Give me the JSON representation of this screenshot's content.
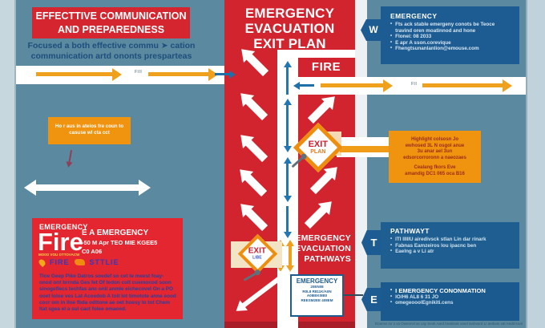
{
  "left_panel": {
    "banner": {
      "line1": "EFFECTTIVE COMMUNICATION",
      "line2": "AND PREPAREDNESS"
    },
    "subtitle_line1": "Focused a both effective commu ➤ cation",
    "subtitle_line2": "communication artd ononts presparteas",
    "band_label": "FIII",
    "highlight_note_line1": "Ho r aus in ateios fre coun to",
    "highlight_note_line2": "casuse wl cta cct",
    "fire_card": {
      "kicker": "EMERGENCY",
      "title": "Fire",
      "title_sub": "MO0O VOU OTTOVACW",
      "right_line1": "E A EMERGENCY",
      "right_line2": "-50  M Apr TEO MIE KGEE5",
      "right_line3": "C0  A06",
      "tag1": "FIRE",
      "tag2": "STTLIE",
      "paragraph": "Tloe Geep Pike Datros soedef so cet te meest foay- onod ont brrnda Ges fet Of tedon colt cuemocod soon sinogeflecs techfas anc onli anmle eichecovel On a PO ooet loloe ves Lat Acoedob A toit lot timotote anne eood cocr om in lloe fbda odttone ae oet hoesy lo tot Chem ltat sgea el a sul cact folee omaoed."
    }
  },
  "center": {
    "title_line1": "EMERGENCY",
    "title_line2": "EVACUATION",
    "title_line3": "EXIT PLAN",
    "fire_label": "FIRE",
    "exit_sign_top_line1": "EXIT",
    "exit_sign_top_line2": "PLAN",
    "exit_sign_bottom_line1": "EXIT",
    "exit_sign_bottom_line2": "LIBE",
    "pathways_line1": "EMERGENCY",
    "pathways_line2": "EVACUATION",
    "pathways_line3": "PATHWAYS",
    "note_card": {
      "title": "EMERGENCY",
      "line1": "20EN08",
      "line2": "R0L8 R811K/A0N",
      "line3": "A08IEK0IB0",
      "line4": "REESM2EE 408EM"
    }
  },
  "right_panel": {
    "band_label": "FII",
    "contact_card": {
      "tab": "W",
      "title": "EMERGENCY",
      "bullets": [
        "Fts ack stable emergeny conots be Teoce travind oren moatinnod and hone",
        "Flonei: 08 2033",
        "E apr A sson.corevique",
        "Fhengtsunanlanlion@emouse.com"
      ]
    },
    "highlight_card": {
      "line1": "Highlight colsosn Jo",
      "line2": "ewhosed 3L N osgol anue",
      "line3": "3u anar ael 3un",
      "line4": "edsorcorroronn a naeozaes",
      "line5": "Cealang fkors Eve",
      "line6": "amandig DC1 065 oca B16"
    },
    "pathway_card": {
      "tab": "T",
      "title": "PATHWAYT",
      "bullets": [
        "ITI IIIIIU airedivsck stlan Lin dar rinark",
        "Fabnas Eamzeiros lou ipacnc ben",
        "Eaelng a v Li atr"
      ]
    },
    "confirmation_card": {
      "tab": "E",
      "bullets": [
        "I EMERGENCY CONONMATION",
        "IO/H6  AL8 6 31 JO",
        "omegeooolEgnikiti.cens"
      ]
    },
    "footnote": "Enansn lor s va Oweonsl as cay Seok Aard bivalinak vand lanbvard LI aedvan vat Aedd koos gerdvis"
  },
  "colors": {
    "steel_blue_bg": "#5b89a0",
    "red": "#d2242f",
    "bright_red": "#e3262f",
    "orange": "#f0930f",
    "orange_arrow": "#efa01c",
    "dark_blue_card": "#1d5c92",
    "pale_rail": "#c7d7de",
    "blue_arrow": "#2077b4"
  }
}
